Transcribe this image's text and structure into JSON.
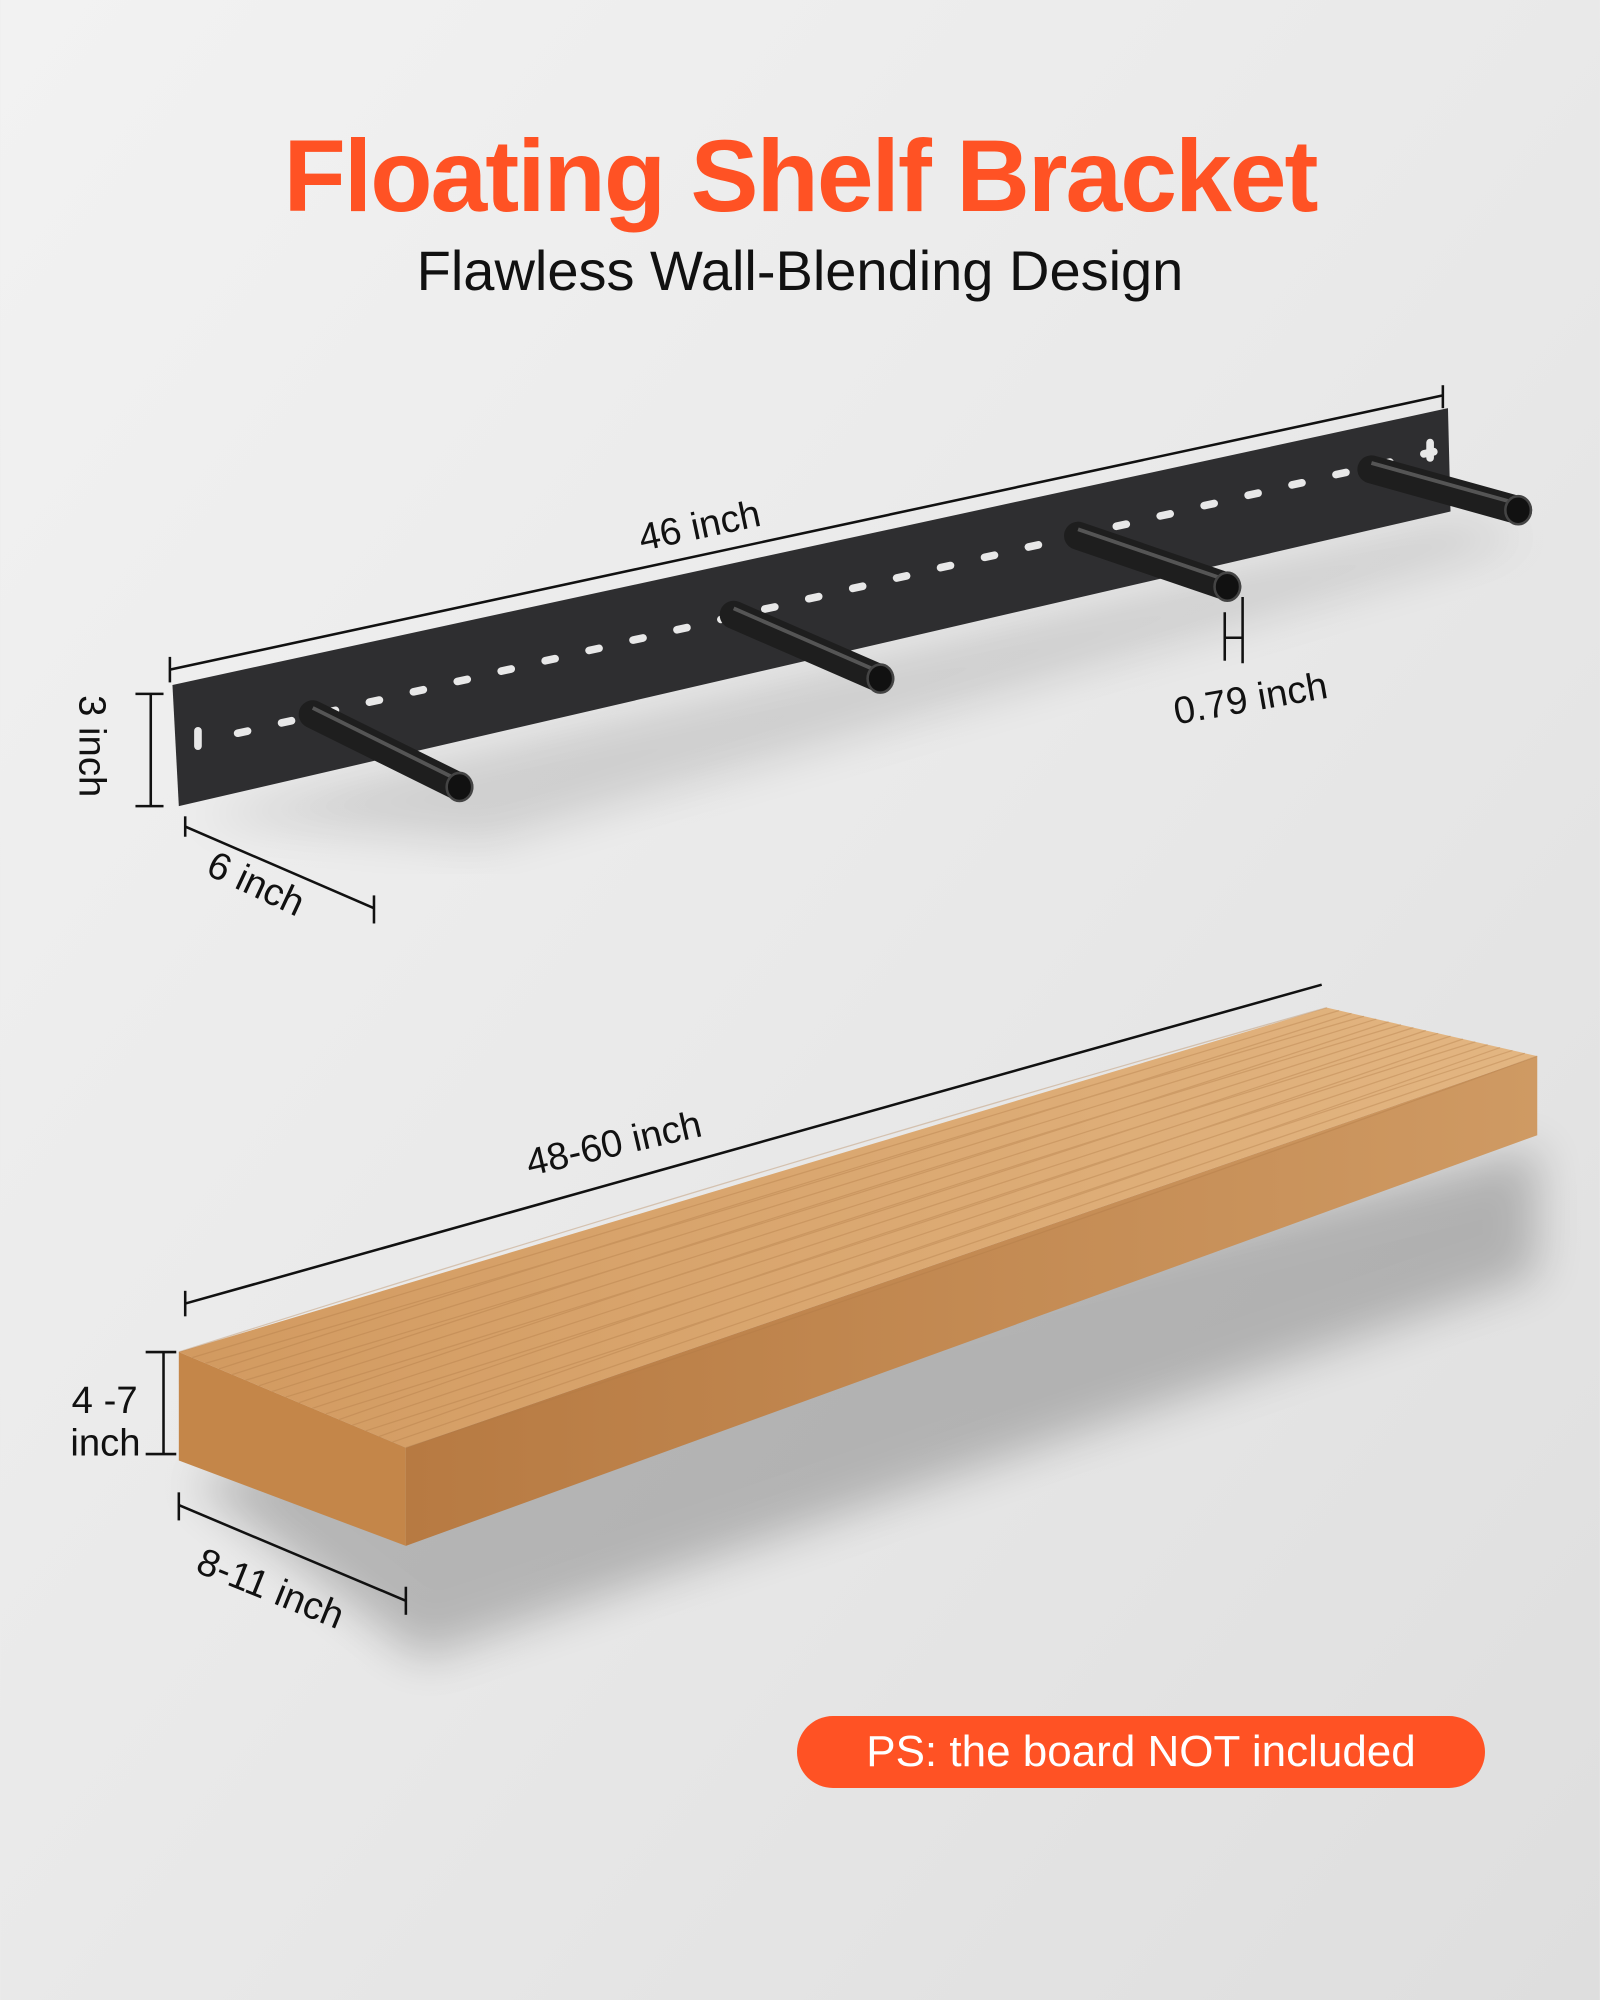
{
  "header": {
    "title": "Floating Shelf Bracket",
    "subtitle": "Flawless Wall-Blending Design"
  },
  "bracket_dimensions": {
    "length": "46 inch",
    "height": "3 inch",
    "rod_length": "6 inch",
    "rod_diameter": "0.79 inch"
  },
  "board_dimensions": {
    "length": "48-60 inch",
    "thickness_line1": "4 -7",
    "thickness_line2": "inch",
    "depth": "8-11 inch"
  },
  "note": "PS: the board NOT included",
  "colors": {
    "accent": "#ff5224",
    "background": "#ebebeb",
    "bracket": "#2e2e30",
    "wood": "#d9a46c"
  }
}
